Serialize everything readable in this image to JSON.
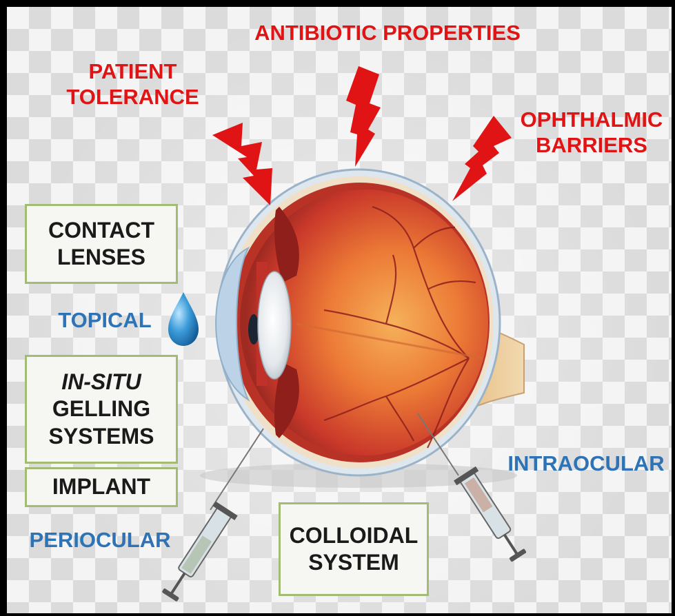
{
  "labels": {
    "antibiotic": "ANTIBIOTIC PROPERTIES",
    "patient_tolerance": [
      "PATIENT",
      "TOLERANCE"
    ],
    "ophthalmic_barriers": [
      "OPHTHALMIC",
      "BARRIERS"
    ],
    "topical": "TOPICAL",
    "periocular": "PERIOCULAR",
    "intraocular": "INTRAOCULAR"
  },
  "boxes": {
    "contact_lenses": [
      "CONTACT",
      "LENSES"
    ],
    "in_situ": [
      "IN-SITU",
      "GELLING",
      "SYSTEMS"
    ],
    "implant": "IMPLANT",
    "colloidal": [
      "COLLOIDAL",
      "SYSTEM"
    ]
  },
  "colors": {
    "barrier_red": "#e01414",
    "route_blue": "#2d73b5",
    "box_border": "#a3bb74"
  }
}
